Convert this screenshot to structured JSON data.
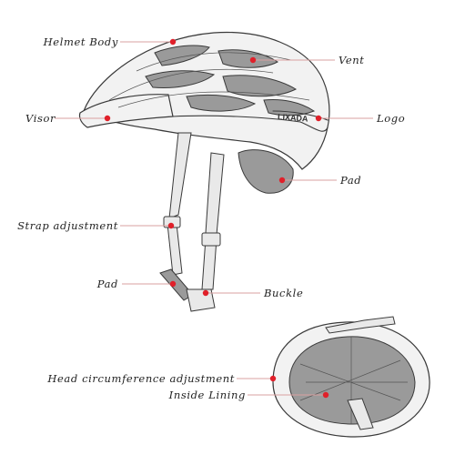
{
  "labels": {
    "helmet_body": "Helmet Body",
    "vent": "Vent",
    "visor": "Visor",
    "logo": "Logo",
    "pad_upper": "Pad",
    "strap_adjustment": "Strap adjustment",
    "pad_lower": "Pad",
    "buckle": "Buckle",
    "head_circumference": "Head circumference adjustment",
    "inside_lining": "Inside Lining"
  },
  "brand": {
    "logo_text": "LIXADA"
  },
  "colors": {
    "marker": "#e0202a",
    "leader": "#d9a0a0",
    "text": "#222222"
  }
}
